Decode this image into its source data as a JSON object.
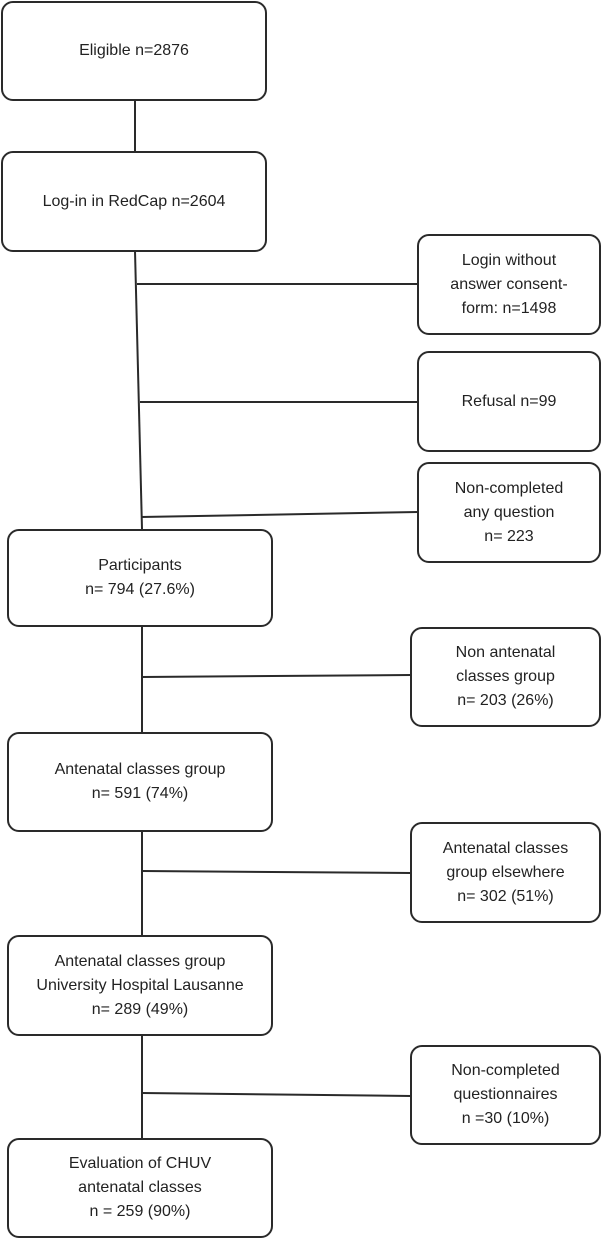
{
  "flowchart": {
    "eligible": {
      "lines": [
        "Eligible n=2876"
      ]
    },
    "login": {
      "lines": [
        "Log-in in RedCap n=2604"
      ]
    },
    "login_without_consent": {
      "lines": [
        "Login without",
        "answer consent-",
        "form: n=1498"
      ]
    },
    "refusal": {
      "lines": [
        "Refusal n=99"
      ]
    },
    "non_completed_any": {
      "lines": [
        "Non-completed",
        "any question",
        "n= 223"
      ]
    },
    "participants": {
      "lines": [
        "Participants",
        "n= 794 (27.6%)"
      ]
    },
    "non_antenatal": {
      "lines": [
        "Non antenatal",
        "classes group",
        "n= 203 (26%)"
      ]
    },
    "antenatal": {
      "lines": [
        "Antenatal classes group",
        "n= 591 (74%)"
      ]
    },
    "antenatal_elsewhere": {
      "lines": [
        "Antenatal classes",
        "group elsewhere",
        "n= 302 (51%)"
      ]
    },
    "antenatal_chuv": {
      "lines": [
        "Antenatal classes group",
        "University Hospital Lausanne",
        "n= 289 (49%)"
      ]
    },
    "non_completed_questionnaires": {
      "lines": [
        "Non-completed",
        "questionnaires",
        "n =30 (10%)"
      ]
    },
    "evaluation": {
      "lines": [
        "Evaluation of CHUV",
        "antenatal classes",
        "n = 259 (90%)"
      ]
    }
  }
}
